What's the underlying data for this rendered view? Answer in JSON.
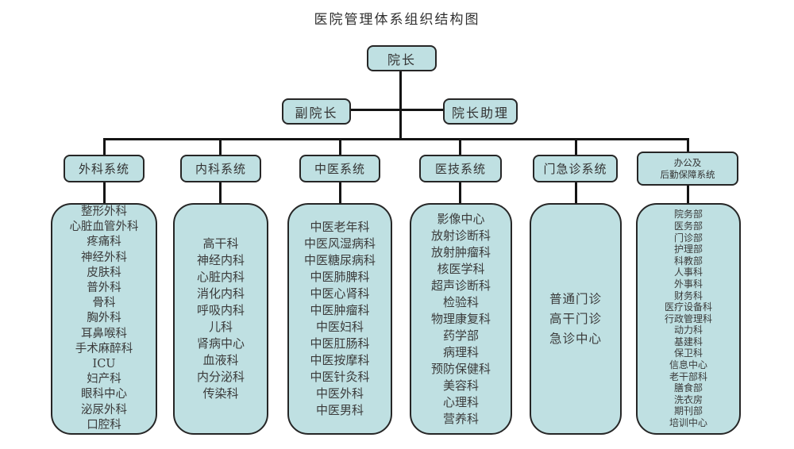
{
  "title": "医院管理体系组织结构图",
  "root": {
    "label": "院长"
  },
  "level2": [
    {
      "label": "副院长"
    },
    {
      "label": "院长助理"
    }
  ],
  "systems": [
    {
      "label": "外科系统",
      "departments": [
        "整形外科",
        "心脏血管外科",
        "疼痛科",
        "神经外科",
        "皮肤科",
        "普外科",
        "骨科",
        "胸外科",
        "耳鼻喉科",
        "手术麻醉科",
        "ICU",
        "妇产科",
        "眼科中心",
        "泌尿外科",
        "口腔科"
      ]
    },
    {
      "label": "内科系统",
      "departments": [
        "高干科",
        "神经内科",
        "心脏内科",
        "消化内科",
        "呼吸内科",
        "儿科",
        "肾病中心",
        "血液科",
        "内分泌科",
        "传染科"
      ]
    },
    {
      "label": "中医系统",
      "departments": [
        "中医老年科",
        "中医风湿病科",
        "中医糖尿病科",
        "中医肺脾科",
        "中医心肾科",
        "中医肿瘤科",
        "中医妇科",
        "中医肛肠科",
        "中医按摩科",
        "中医针灸科",
        "中医外科",
        "中医男科"
      ]
    },
    {
      "label": "医技系统",
      "departments": [
        "影像中心",
        "放射诊断科",
        "放射肿瘤科",
        "核医学科",
        "超声诊断科",
        "检验科",
        "物理康复科",
        "药学部",
        "病理科",
        "预防保健科",
        "美容科",
        "心理科",
        "营养科"
      ]
    },
    {
      "label": "门急诊系统",
      "departments": [
        "普通门诊",
        "高干门诊",
        "急诊中心"
      ]
    },
    {
      "label": "办公及后勤保障系统",
      "label_lines": [
        "办公及",
        "后勤保障系统"
      ],
      "departments": [
        "院务部",
        "医务部",
        "门诊部",
        "护理部",
        "科教部",
        "人事科",
        "外事科",
        "财务科",
        "医疗设备科",
        "行政管理科",
        "动力科",
        "基建科",
        "保卫科",
        "信息中心",
        "老干部科",
        "膳食部",
        "洗衣房",
        "期刊部",
        "培训中心"
      ]
    }
  ],
  "colors": {
    "box_fill": "#bfe0e2",
    "box_border": "#262626",
    "line": "#141414",
    "text": "#3b3b3b",
    "background": "#ffffff"
  }
}
